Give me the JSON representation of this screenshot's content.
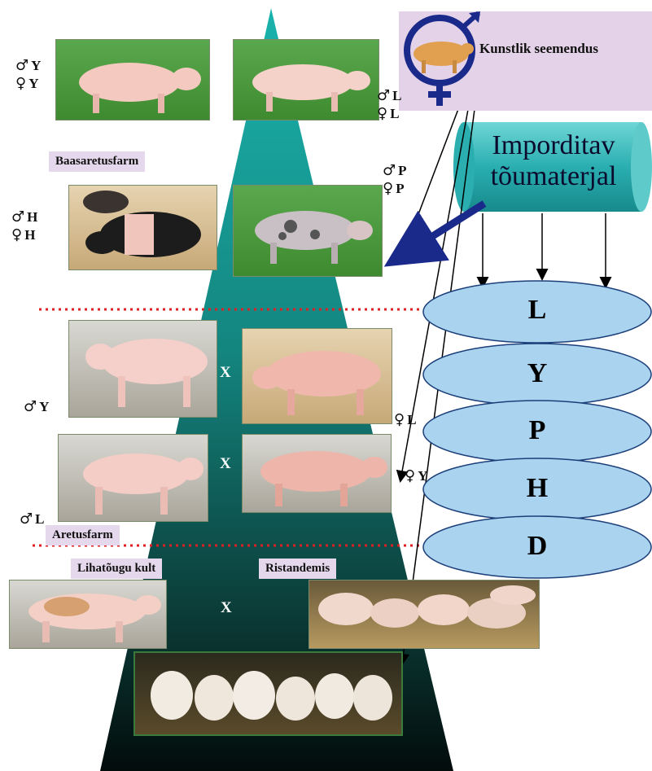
{
  "artificial_insemination": {
    "label": "Kunstlik seemendus",
    "icon": "gender-symbol-pig-icon"
  },
  "import": {
    "line1": "Imporditav",
    "line2": "tõumaterjal"
  },
  "breeds": [
    "L",
    "Y",
    "P",
    "H",
    "D"
  ],
  "tags": {
    "nucleus_farm": "Baasaretusfarm",
    "breeding_farm": "Aretusfarm",
    "meat_boar": "Lihatõugu kult",
    "crossbred": "Ristandemis"
  },
  "pair_labels": {
    "yorkshire": {
      "male": "Y",
      "female": "Y"
    },
    "landrace": {
      "male": "L",
      "female": "L"
    },
    "pietrain": {
      "male": "P",
      "female": "P"
    },
    "hampshire": {
      "male": "H",
      "female": "H"
    }
  },
  "cross_labels": {
    "row1_male": "Y",
    "row1_female": "L",
    "row2_male": "L",
    "row2_female": "Y",
    "cross_symbol": "X"
  },
  "symbols": {
    "male": "♂",
    "female": "♀"
  },
  "colors": {
    "pyramid": "#0e6a64",
    "ellipse": "#a9d3ee",
    "import_cylinder": "#35b3b3",
    "dotted_line": "#e02020",
    "tag_bg": "#e6d8ec"
  }
}
